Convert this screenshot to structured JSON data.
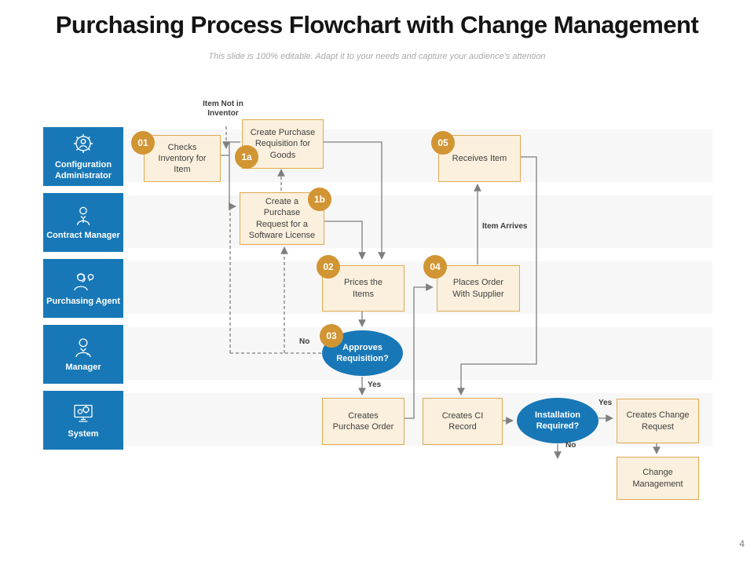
{
  "page": {
    "title": "Purchasing Process Flowchart with Change Management",
    "subtitle": "This slide is 100% editable. Adapt it to your needs and capture your audience's attention",
    "page_number": "4"
  },
  "colors": {
    "accent_blue": "#1878b7",
    "badge_orange": "#d29533",
    "box_fill": "#faf0dd",
    "box_border": "#e0a951",
    "line_gray": "#7f7f7f",
    "lane_band": "#f7f7f7"
  },
  "lanes": [
    {
      "label": "Configuration Administrator",
      "icon": "gear-person-icon"
    },
    {
      "label": "Contract Manager",
      "icon": "person-tie-icon"
    },
    {
      "label": "Purchasing Agent",
      "icon": "agent-headset-icon"
    },
    {
      "label": "Manager",
      "icon": "manager-person-icon"
    },
    {
      "label": "System",
      "icon": "monitor-gears-icon"
    }
  ],
  "nodes": {
    "checks_inventory": {
      "badge": "01",
      "label": "Checks Inventory for Item"
    },
    "create_requisition_goods": {
      "badge": "1a",
      "label": "Create Purchase Requisition for Goods"
    },
    "create_request_software": {
      "badge": "1b",
      "label": "Create a Purchase Request for a Software License"
    },
    "prices_items": {
      "badge": "02",
      "label": "Prices the Items"
    },
    "approves_requisition": {
      "badge": "03",
      "label": "Approves Requisition?"
    },
    "places_order": {
      "badge": "04",
      "label": "Places Order With Supplier"
    },
    "receives_item": {
      "badge": "05",
      "label": "Receives Item"
    },
    "creates_purchase_order": {
      "label": "Creates Purchase Order"
    },
    "creates_ci_record": {
      "label": "Creates CI Record"
    },
    "installation_required": {
      "label": "Installation Required?"
    },
    "creates_change_request": {
      "label": "Creates Change Request"
    },
    "change_management": {
      "label": "Change Management"
    }
  },
  "edge_labels": {
    "item_not_in_inventory": "Item Not in Inventor",
    "item_arrives": "Item Arrives",
    "approves_no": "No",
    "approves_yes": "Yes",
    "installation_yes": "Yes",
    "installation_no": "No"
  }
}
